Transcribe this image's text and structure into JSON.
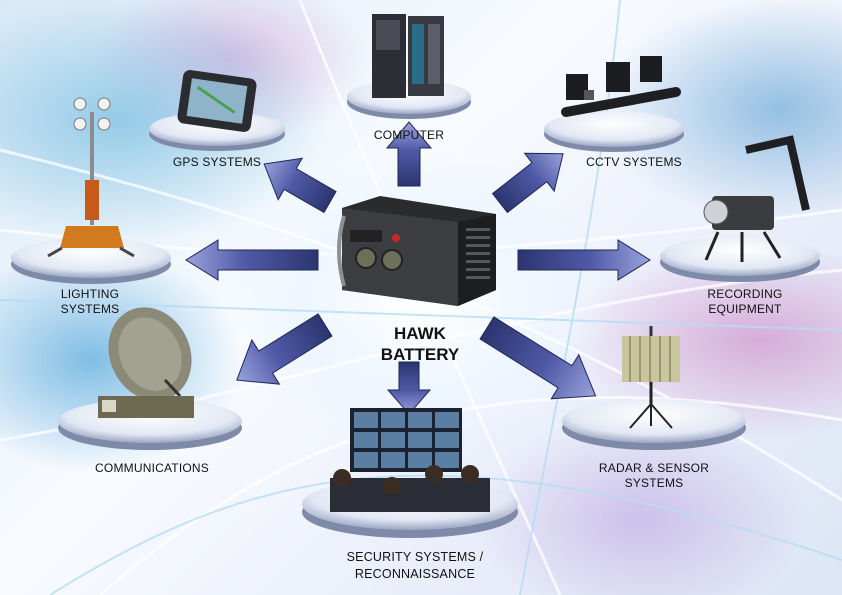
{
  "center": {
    "line1": "HAWK",
    "line2": "BATTERY"
  },
  "nodes": {
    "computer": {
      "label": "COMPUTER"
    },
    "gps": {
      "label": "GPS SYSTEMS"
    },
    "cctv": {
      "label": "CCTV SYSTEMS"
    },
    "lighting": {
      "line1": "LIGHTING",
      "line2": "SYSTEMS"
    },
    "recording": {
      "line1": "RECORDING",
      "line2": "EQUIPMENT"
    },
    "communications": {
      "label": "COMMUNICATIONS"
    },
    "radar": {
      "line1": "RADAR & SENSOR",
      "line2": "SYSTEMS"
    },
    "security": {
      "line1": "SECURITY SYSTEMS /",
      "line2": "RECONNAISSANCE"
    }
  },
  "colors": {
    "arrow_dark": "#2c3570",
    "arrow_light": "#8c97d6",
    "platform": "#e3e9f4",
    "battery": "#2a2b2d"
  }
}
